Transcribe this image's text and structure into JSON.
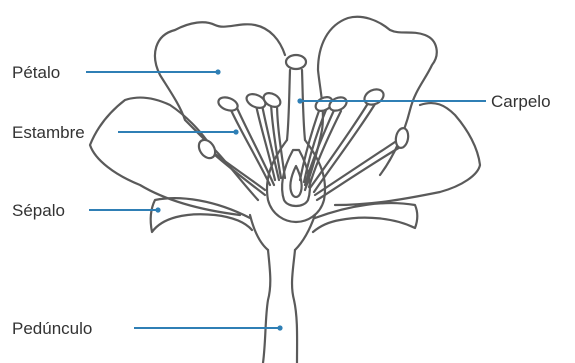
{
  "diagram": {
    "labels": {
      "petal": "Pétalo",
      "stamen": "Estambre",
      "sepal": "Sépalo",
      "peduncle": "Pedúnculo",
      "carpel": "Carpelo"
    },
    "colors": {
      "outline": "#5a5a5a",
      "leader": "#2f7fb5",
      "text": "#333333"
    }
  }
}
